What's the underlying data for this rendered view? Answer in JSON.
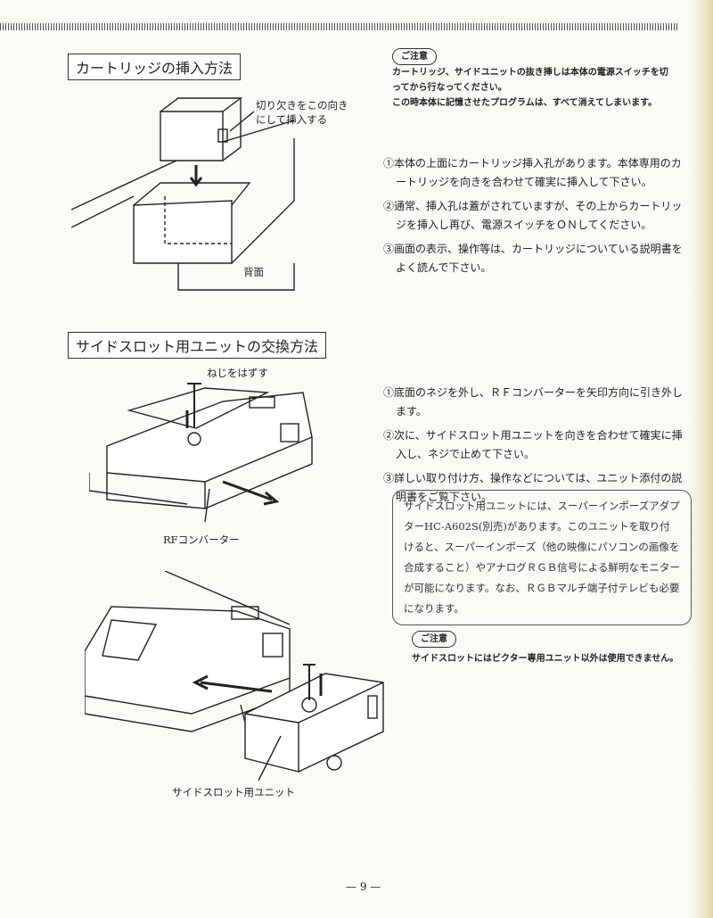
{
  "section1": {
    "title": "カートリッジの挿入方法",
    "callout": [
      "切り欠きをこの向き",
      "にして挿入する"
    ],
    "back_label": "背面"
  },
  "notice1": {
    "tag": "ご注意",
    "lines": [
      "カートリッジ、サイドユニットの抜き挿しは本体の電源スイッチを切",
      "ってから行なってください。",
      "この時本体に記憶させたプログラムは、すべて消えてしまいます。"
    ]
  },
  "steps1": [
    "①本体の上面にカートリッジ挿入孔があります。本体専用のカートリッジを向きを合わせて確実に挿入して下さい。",
    "②通常、挿入孔は蓋がされていますが、その上からカートリッジを挿入し再び、電源スイッチをＯＮしてください。",
    "③画面の表示、操作等は、カートリッジについている説明書をよく読んで下さい。"
  ],
  "section2": {
    "title": "サイドスロット用ユニットの交換方法",
    "screw_label": "ねじをはずす",
    "rf_label": "RFコンバーター",
    "unit_label": "サイドスロット用ユニット"
  },
  "steps2": [
    "①底面のネジを外し、ＲＦコンバーターを矢印方向に引き外します。",
    "②次に、サイドスロット用ユニットを向きを合わせて確実に挿入し、ネジで止めて下さい。",
    "③詳しい取り付け方、操作などについては、ユニット添付の説明書をご覧下さい。"
  ],
  "info_box": "サイドスロット用ユニットには、スーパーインポーズアダプターHC-A602S(別売)があります。このユニットを取り付けると、スーパーインポーズ（他の映像にパソコンの画像を合成すること）やアナログＲＧＢ信号による鮮明なモニターが可能になります。なお、ＲＧＢマルチ端子付テレビも必要になります。",
  "notice2": {
    "tag": "ご注意",
    "text": "サイドスロットにはビクター専用ユニット以外は使用できません。"
  },
  "page_number": "— 9 —"
}
